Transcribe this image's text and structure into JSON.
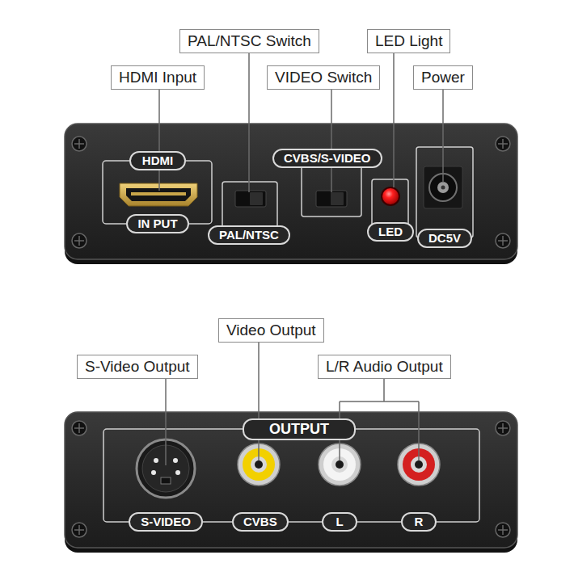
{
  "diagram": {
    "nodes": [
      {
        "text": [
          "PAL/NTSC Switch"
        ]
      },
      {
        "text": [
          "LED Light"
        ]
      },
      {
        "text": [
          "HDMI Input"
        ]
      },
      {
        "text": [
          "VIDEO Switch"
        ]
      },
      {
        "text": [
          "Power"
        ]
      },
      {
        "text": [
          "HDMI"
        ]
      },
      {
        "text": [
          "CVBS/S-VIDEO"
        ]
      },
      {
        "text": [
          "IN PUT"
        ]
      },
      {
        "text": [
          "PAL/NTSC"
        ]
      },
      {
        "text": [
          "LED"
        ]
      },
      {
        "text": [
          "DC5V"
        ]
      },
      {
        "text": [
          "Video Output"
        ]
      },
      {
        "text": [
          "S-Video Output"
        ]
      },
      {
        "text": [
          "L/R Audio Output"
        ]
      },
      {
        "text": [
          "OUTPUT"
        ]
      },
      {
        "text": [
          "S-VIDEO"
        ]
      },
      {
        "text": [
          "CVBS"
        ]
      },
      {
        "text": [
          "L"
        ]
      },
      {
        "text": [
          "R"
        ]
      }
    ]
  }
}
